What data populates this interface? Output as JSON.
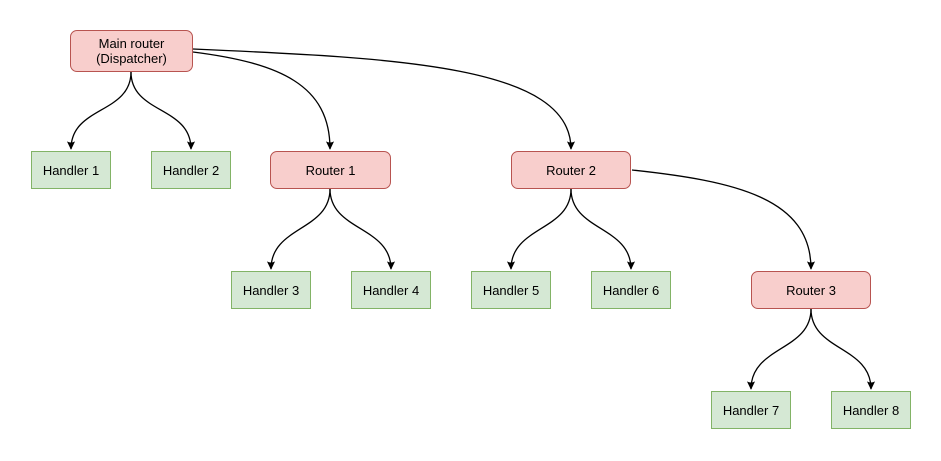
{
  "diagram": {
    "type": "tree",
    "background": "#ffffff",
    "edge_color": "#000000",
    "text_color": "#000000",
    "styles": {
      "router": {
        "fill": "#f8cecc",
        "border": "#b85450"
      },
      "handler": {
        "fill": "#d5e8d4",
        "border": "#82b366"
      }
    },
    "nodes": [
      {
        "id": "main-router",
        "type": "router",
        "lines": [
          "Main router",
          "(Dispatcher)"
        ]
      },
      {
        "id": "handler-1",
        "type": "handler",
        "label": "Handler 1"
      },
      {
        "id": "handler-2",
        "type": "handler",
        "label": "Handler 2"
      },
      {
        "id": "router-1",
        "type": "router",
        "label": "Router 1"
      },
      {
        "id": "router-2",
        "type": "router",
        "label": "Router 2"
      },
      {
        "id": "handler-3",
        "type": "handler",
        "label": "Handler 3"
      },
      {
        "id": "handler-4",
        "type": "handler",
        "label": "Handler 4"
      },
      {
        "id": "handler-5",
        "type": "handler",
        "label": "Handler 5"
      },
      {
        "id": "handler-6",
        "type": "handler",
        "label": "Handler 6"
      },
      {
        "id": "router-3",
        "type": "router",
        "label": "Router 3"
      },
      {
        "id": "handler-7",
        "type": "handler",
        "label": "Handler 7"
      },
      {
        "id": "handler-8",
        "type": "handler",
        "label": "Handler 8"
      }
    ],
    "edges": [
      {
        "from": "main-router",
        "to": "handler-1"
      },
      {
        "from": "main-router",
        "to": "handler-2"
      },
      {
        "from": "main-router",
        "to": "router-1"
      },
      {
        "from": "main-router",
        "to": "router-2"
      },
      {
        "from": "router-1",
        "to": "handler-3"
      },
      {
        "from": "router-1",
        "to": "handler-4"
      },
      {
        "from": "router-2",
        "to": "handler-5"
      },
      {
        "from": "router-2",
        "to": "handler-6"
      },
      {
        "from": "router-2",
        "to": "router-3"
      },
      {
        "from": "router-3",
        "to": "handler-7"
      },
      {
        "from": "router-3",
        "to": "handler-8"
      }
    ]
  }
}
